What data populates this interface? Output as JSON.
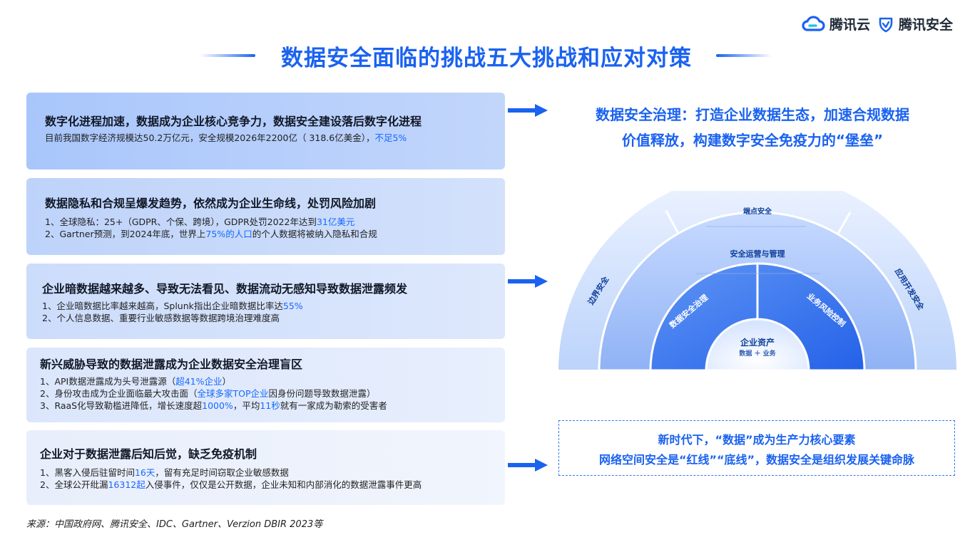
{
  "logos": {
    "tencent_cloud": "腾讯云",
    "tencent_security": "腾讯安全"
  },
  "title": "数据安全面临的挑战五大挑战和应对对策",
  "cards": [
    {
      "title": "数字化进程加速，数据成为企业核心竞争力，数据安全建设落后数字化进程",
      "l1a": "目前我国数字经济规模达50.2万亿元，安全规模2026年2200亿（ 318.6亿美金），",
      "l1h": "不足5%"
    },
    {
      "title": "数据隐私和合规呈爆发趋势，依然成为企业生命线，处罚风险加剧",
      "l1a": "1、全球隐私：25+（GDPR、个保、跨境），GDPR处罚2022年达到",
      "l1h": "31亿美元",
      "l2a": "2、Gartner预测，到2024年底，世界上",
      "l2h": "75%的人口",
      "l2b": "的个人数据将被纳入隐私和合规"
    },
    {
      "title": "企业暗数据越来越多、导致无法看见、数据流动无感知导致数据泄露频发",
      "l1a": "1、企业暗数据比率越来越高，Splunk指出企业暗数据比率达",
      "l1h": "55%",
      "l2a": "2、个人信息数据、重要行业敏感数据等数据跨境治理难度高"
    },
    {
      "title": "新兴威胁导致的数据泄露成为企业数据安全治理盲区",
      "l1a": "1、API数据泄露成为头号泄露源（",
      "l1h": "超41%企业",
      "l1b": "）",
      "l2a": "2、身份攻击成为企业面临最大攻击面（",
      "l2h": "全球多家TOP企业",
      "l2b": "因身份问题导致数据泄露）",
      "l3a": "3、RaaS化导致勒槛进降低，增长速度超",
      "l3h": "1000%",
      "l3b": "，平均",
      "l3h2": "11秒",
      "l3c": "就有一家成为勒索的受害者"
    },
    {
      "title": "企业对于数据泄露后知后觉，缺乏免疫机制",
      "l1a": "1、黑客入侵后驻留时间",
      "l1h": "16天",
      "l1b": "，留有充足时间窃取企业敏感数据",
      "l2a": "2、全球公开纰漏",
      "l2h": "16312起",
      "l2b": "入侵事件，仅仅是公开数据，企业未知和内部消化的数据泄露事件更高"
    }
  ],
  "strategy": {
    "line1": "数据安全治理：打造企业数据生态，加速合规数据",
    "line2": "价值释放，构建数字安全免疫力的“堡垒”"
  },
  "diagram": {
    "center_title": "企业资产",
    "center_sub": "数据 ＋ 业务",
    "inner_left": "数据安全治理",
    "inner_right": "业务风险控制",
    "middle": "安全运营与管理",
    "outer_left": "边界安全",
    "outer_top": "端点安全",
    "outer_right": "应用开发安全"
  },
  "callout": {
    "line1": "新时代下，“数据”成为生产力核心要素",
    "line2": "网络空间安全是“红线”“底线”，数据安全是组织发展关键命脉"
  },
  "source": "来源：中国政府网、腾讯安全、IDC、Gartner、Verzion DBIR 2023等",
  "colors": {
    "accent": "#1a62f0",
    "highlight": "#1769ff"
  }
}
